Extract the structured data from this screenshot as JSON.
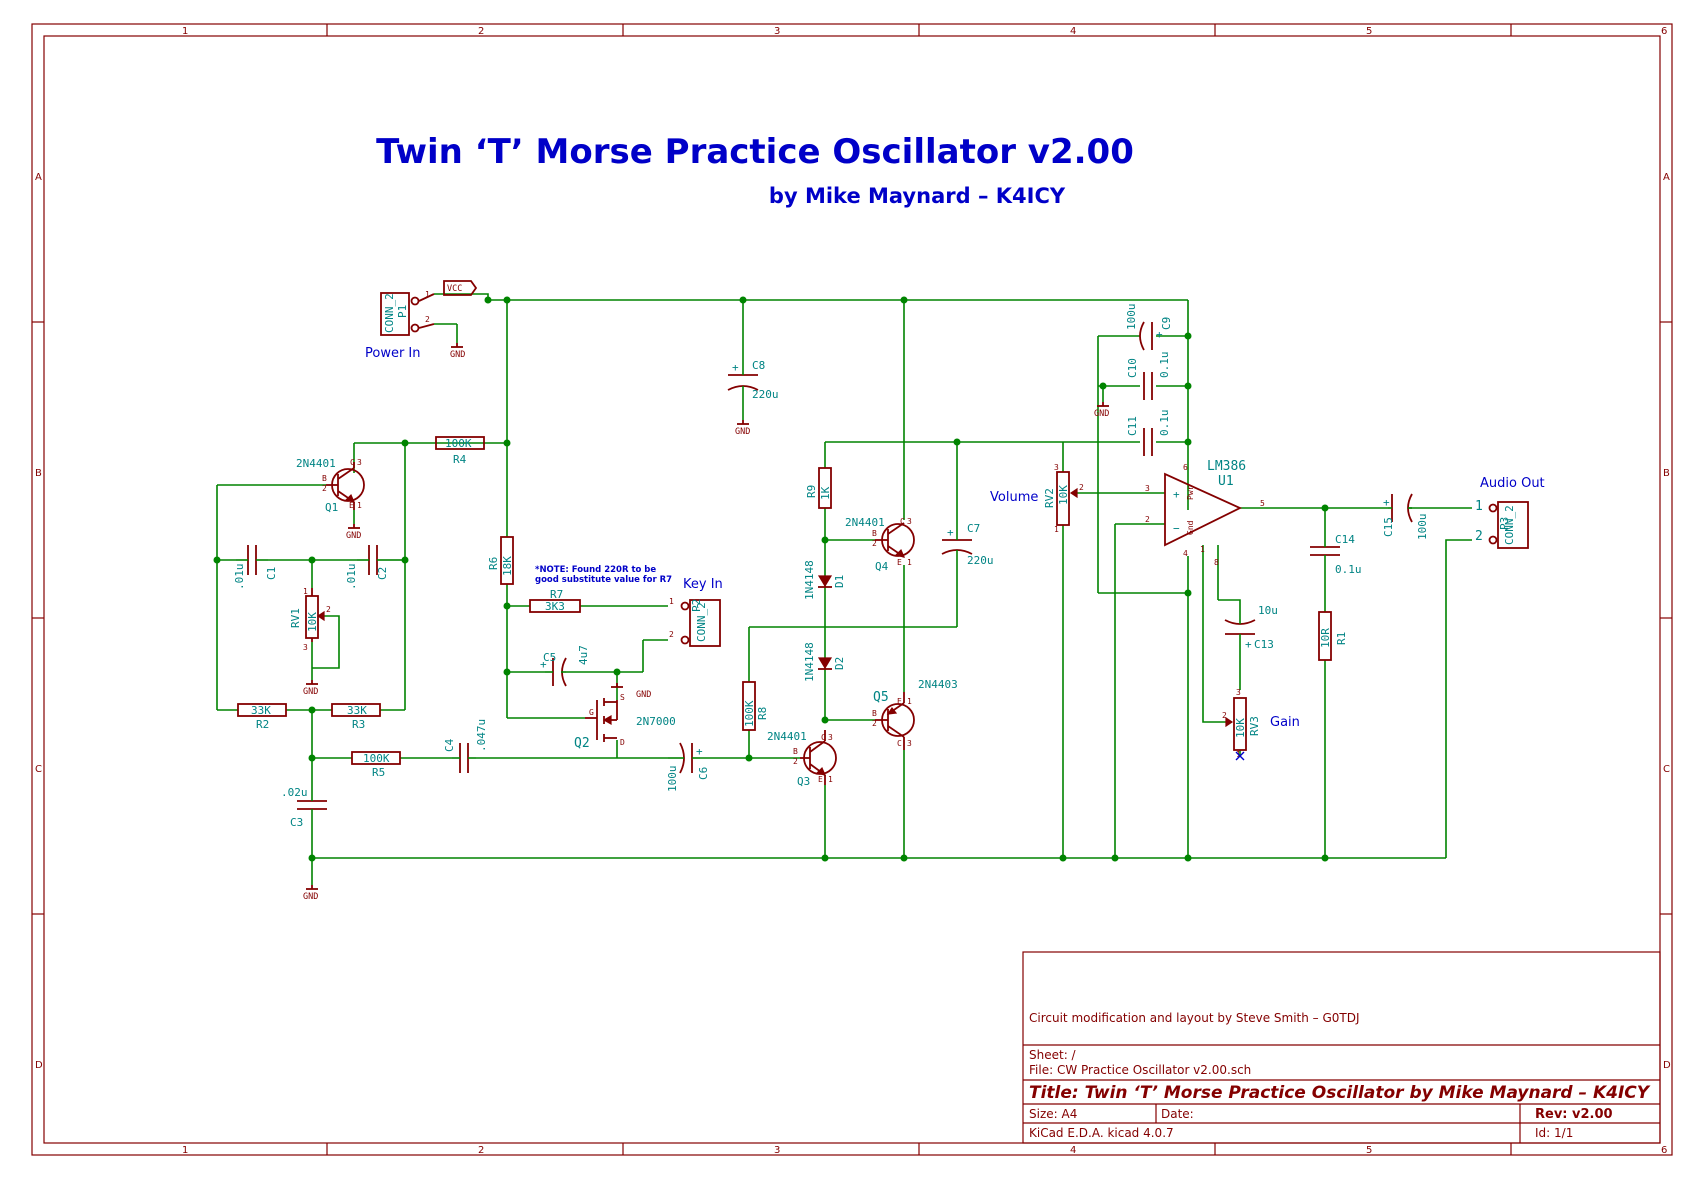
{
  "grid": {
    "columns": [
      "1",
      "2",
      "3",
      "4",
      "5",
      "6"
    ],
    "rows": [
      "A",
      "B",
      "C",
      "D"
    ]
  },
  "heading": {
    "title": "Twin ‘T’ Morse Practice Oscillator v2.00",
    "subtitle": "by Mike Maynard – K4ICY"
  },
  "labels": {
    "power_in": "Power In",
    "key_in": "Key In",
    "audio_out": "Audio Out",
    "volume": "Volume",
    "gain": "Gain",
    "vcc": "VCC",
    "gnd": "GND",
    "note_line1": "*NOTE: Found 220R to be",
    "note_line2": "good substitute value for R7"
  },
  "components": {
    "P1": {
      "ref": "P1",
      "value": "CONN_2"
    },
    "P2": {
      "ref": "P2",
      "value": "CONN_2"
    },
    "P3": {
      "ref": "P3",
      "value": "CONN_2"
    },
    "Q1": {
      "ref": "Q1",
      "value": "2N4401"
    },
    "Q2": {
      "ref": "Q2",
      "value": "2N7000"
    },
    "Q3": {
      "ref": "Q3",
      "value": "2N4401"
    },
    "Q4": {
      "ref": "Q4",
      "value": "2N4401"
    },
    "Q5": {
      "ref": "Q5",
      "value": "2N4403"
    },
    "U1": {
      "ref": "U1",
      "value": "LM386"
    },
    "R1": {
      "ref": "R1",
      "value": "10R"
    },
    "R2": {
      "ref": "R2",
      "value": "33K"
    },
    "R3": {
      "ref": "R3",
      "value": "33K"
    },
    "R4": {
      "ref": "R4",
      "value": "100K"
    },
    "R5": {
      "ref": "R5",
      "value": "100K"
    },
    "R6": {
      "ref": "R6",
      "value": "18K"
    },
    "R7": {
      "ref": "R7",
      "value": "3K3"
    },
    "R8": {
      "ref": "R8",
      "value": "100K"
    },
    "R9": {
      "ref": "R9",
      "value": "1K"
    },
    "RV1": {
      "ref": "RV1",
      "value": "10K"
    },
    "RV2": {
      "ref": "RV2",
      "value": "10K"
    },
    "RV3": {
      "ref": "RV3",
      "value": "10K"
    },
    "C1": {
      "ref": "C1",
      "value": ".01u"
    },
    "C2": {
      "ref": "C2",
      "value": ".01u"
    },
    "C3": {
      "ref": "C3",
      "value": ".02u"
    },
    "C4": {
      "ref": "C4",
      "value": ".047u"
    },
    "C5": {
      "ref": "C5",
      "value": "4u7"
    },
    "C6": {
      "ref": "C6",
      "value": "100u"
    },
    "C7": {
      "ref": "C7",
      "value": "220u"
    },
    "C8": {
      "ref": "C8",
      "value": "220u"
    },
    "C9": {
      "ref": "C9",
      "value": "100u"
    },
    "C10": {
      "ref": "C10",
      "value": "0.1u"
    },
    "C11": {
      "ref": "C11",
      "value": "0.1u"
    },
    "C13": {
      "ref": "C13",
      "value": "10u"
    },
    "C14": {
      "ref": "C14",
      "value": "0.1u"
    },
    "C15": {
      "ref": "C15",
      "value": "100u"
    },
    "D1": {
      "ref": "D1",
      "value": "1N4148"
    },
    "D2": {
      "ref": "D2",
      "value": "1N4148"
    }
  },
  "title_block": {
    "credit": "Circuit modification and layout by Steve Smith – G0TDJ",
    "sheet": "Sheet: /",
    "file": "File: CW Practice Oscillator v2.00.sch",
    "title": "Title: Twin ‘T’ Morse Practice Oscillator by Mike Maynard – K4ICY",
    "size": "Size: A4",
    "date": "Date:",
    "rev": "Rev: v2.00",
    "tool": "KiCad E.D.A.  kicad 4.0.7",
    "id": "Id: 1/1"
  }
}
